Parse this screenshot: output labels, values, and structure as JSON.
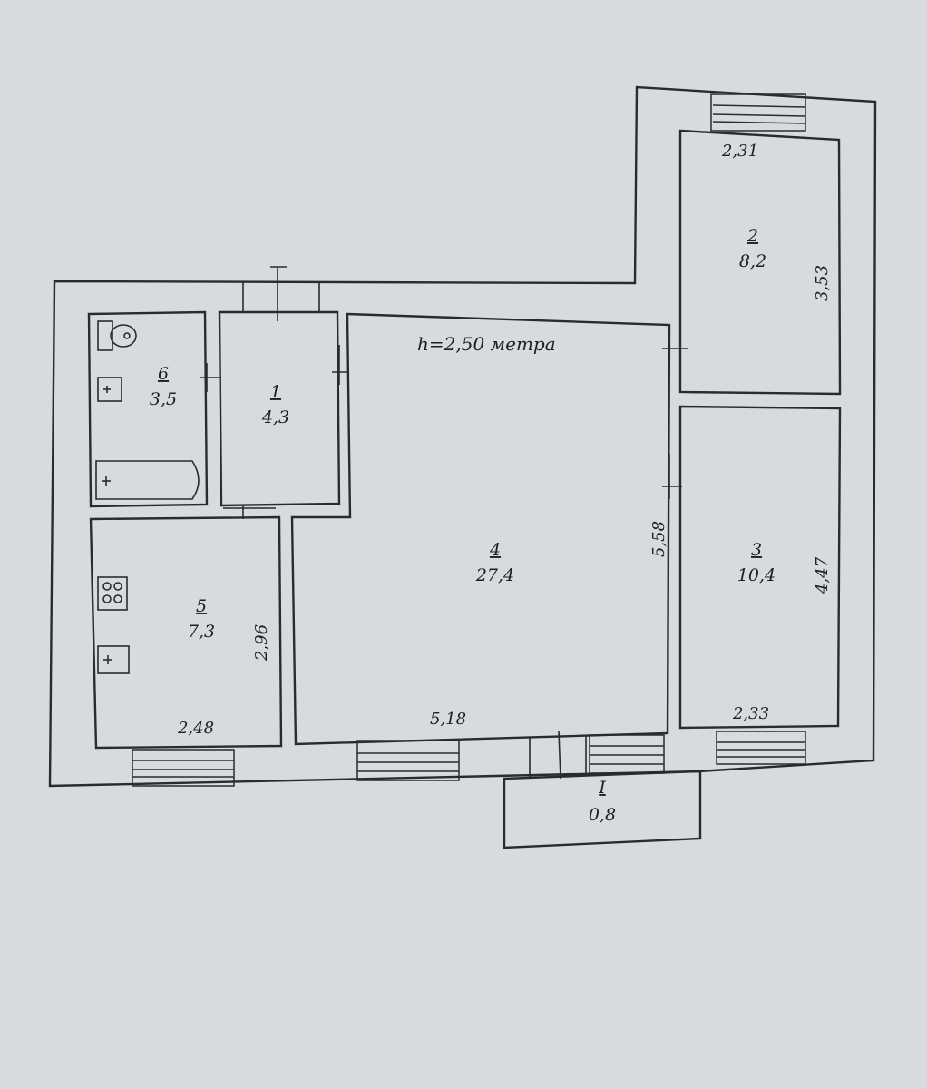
{
  "plan": {
    "ceiling_note": "h=2,50 метра",
    "rooms": {
      "r1": {
        "number": "1",
        "area": "4,3"
      },
      "r2": {
        "number": "2",
        "area": "8,2"
      },
      "r3": {
        "number": "3",
        "area": "10,4"
      },
      "r4": {
        "number": "4",
        "area": "27,4"
      },
      "r5": {
        "number": "5",
        "area": "7,3"
      },
      "r6": {
        "number": "6",
        "area": "3,5"
      },
      "balcony": {
        "number": "I",
        "area": "0,8"
      }
    },
    "dimensions": {
      "r2_width": "2,31",
      "r2_length": "3,53",
      "r3_length": "4,47",
      "r3_width": "2,33",
      "r4_length": "5,58",
      "r4_width": "5,18",
      "r5_length": "2,96",
      "r5_width": "2,48"
    }
  }
}
